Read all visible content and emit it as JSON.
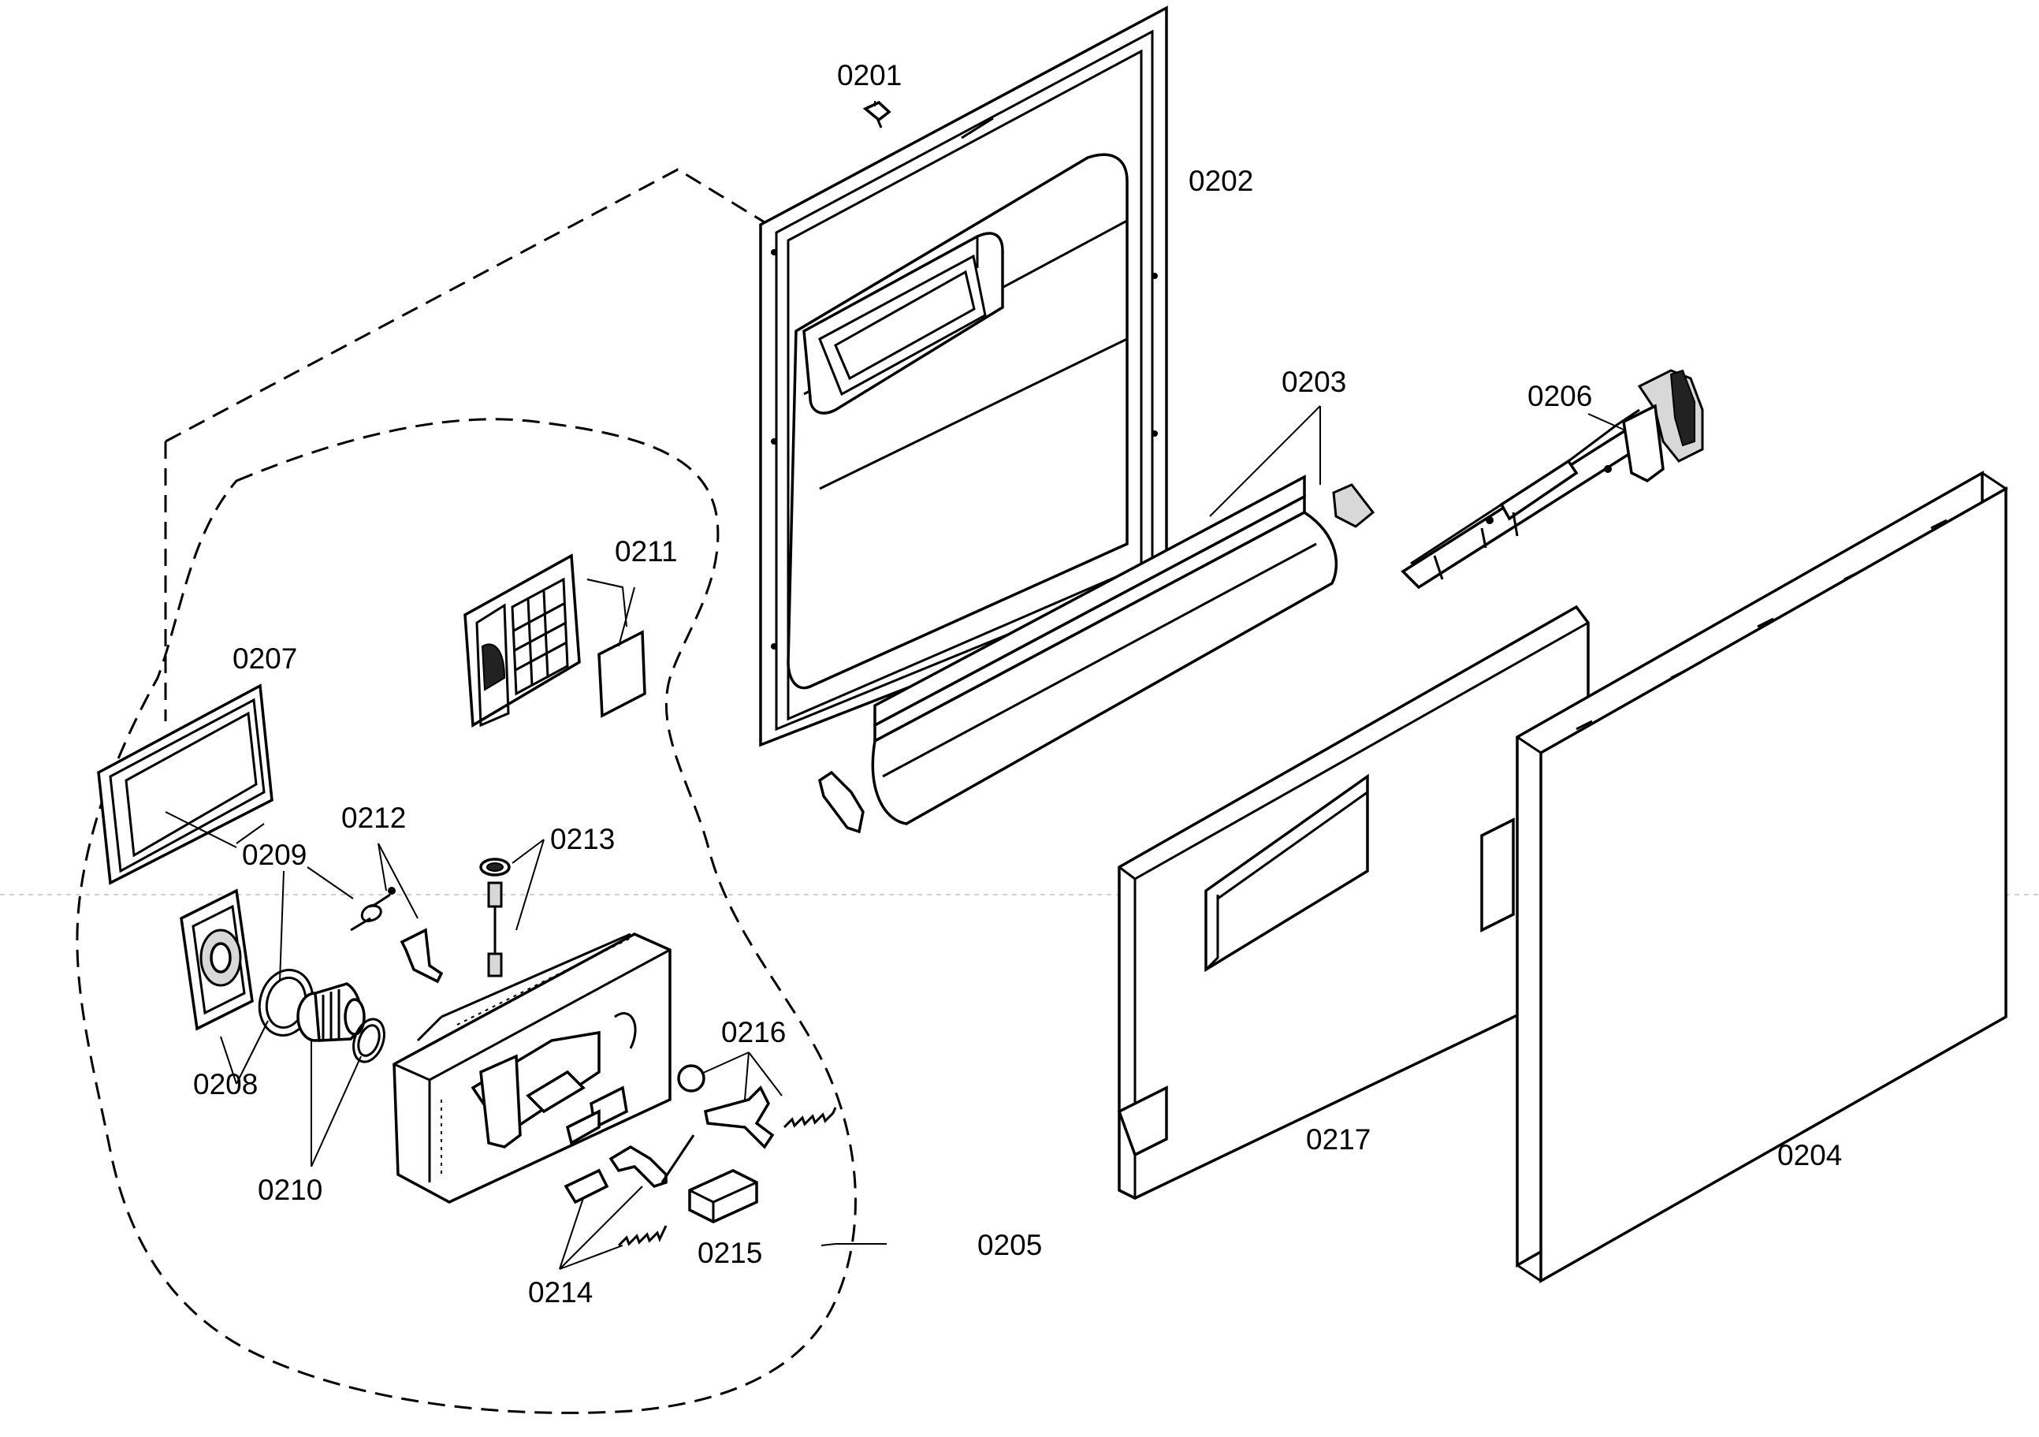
{
  "labels": {
    "p0201": "0201",
    "p0202": "0202",
    "p0203": "0203",
    "p0204": "0204",
    "p0205": "0205",
    "p0206": "0206",
    "p0207": "0207",
    "p0208": "0208",
    "p0209": "0209",
    "p0210": "0210",
    "p0211": "0211",
    "p0212": "0212",
    "p0213": "0213",
    "p0214": "0214",
    "p0215": "0215",
    "p0216": "0216",
    "p0217": "0217"
  }
}
